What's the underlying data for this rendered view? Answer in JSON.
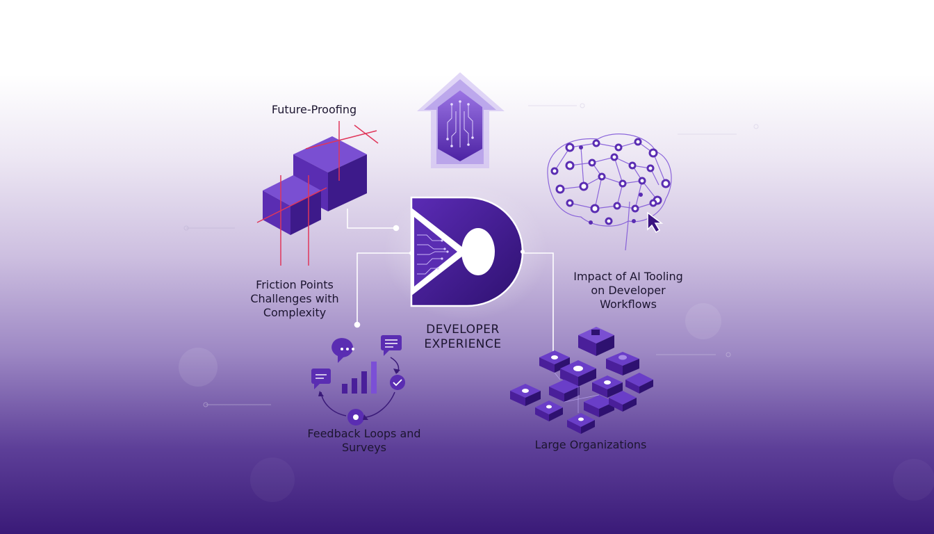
{
  "labels": {
    "future_proofing": "Future-Proofing",
    "friction_points": "Friction Points\nChallenges with\nComplexity",
    "ai_tooling": "Impact of AI Tooling\non Developer\nWorkflows",
    "developer_experience": "DEVELOPER\nEXPERIENCE",
    "feedback_loops": "Feedback Loops and\nSurveys",
    "large_organizations": "Large Organizations"
  },
  "colors": {
    "primary_purple": "#4a1f9a",
    "accent_purple": "#7b4fd6",
    "accent_red": "#e0365a",
    "background_dark": "#3a1a78",
    "text": "#1c1530"
  },
  "icons": {
    "top": "circuit-arrow-up-icon",
    "top_left": "isometric-cubes-icon",
    "top_right": "neural-brain-icon",
    "center": "developer-experience-logo",
    "bottom_left": "feedback-cycle-icon",
    "bottom_right": "isometric-blocks-grid-icon"
  }
}
